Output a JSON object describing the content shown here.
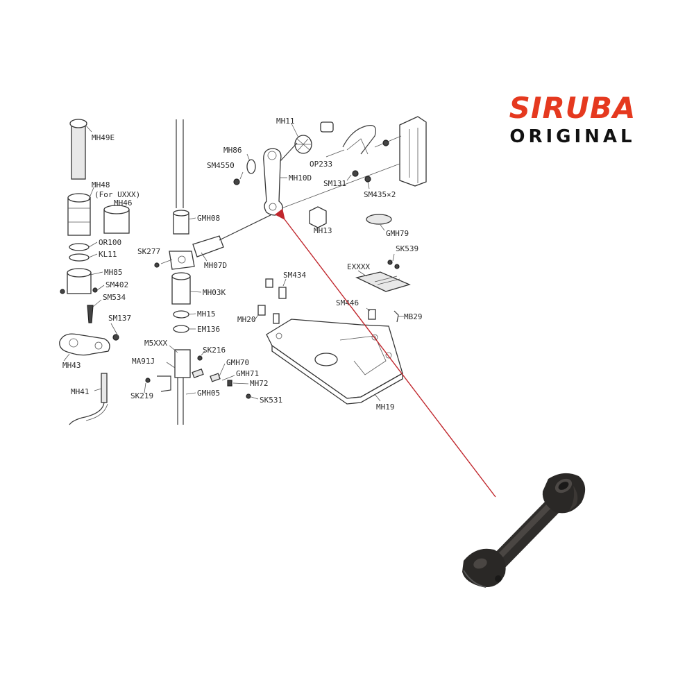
{
  "brand": {
    "name": "SIRUBA",
    "subtitle": "ORIGINAL",
    "color": "#e5391f"
  },
  "callout_color": "#c0262c",
  "labels": {
    "MH49E": "MH49E",
    "MH48": "MH48",
    "for_uxxx": "(For UXXX)",
    "MH46": "MH46",
    "OR100": "OR100",
    "KL11": "KL11",
    "MH85": "MH85",
    "SM402": "SM402",
    "SM534": "SM534",
    "SM137": "SM137",
    "MH43": "MH43",
    "MH41": "MH41",
    "GMH08": "GMH08",
    "SK277": "SK277",
    "MH07D": "MH07D",
    "MH03K": "MH03K",
    "MH15": "MH15",
    "EM136": "EM136",
    "M5XXX": "M5XXX",
    "SK216": "SK216",
    "MA91J": "MA91J",
    "GMH70": "GMH70",
    "GMH71": "GMH71",
    "MH72": "MH72",
    "SK219": "SK219",
    "GMH05": "GMH05",
    "SK531": "SK531",
    "MH11": "MH11",
    "MH86": "MH86",
    "SM4550": "SM4550",
    "MH10D": "MH10D",
    "OP233": "OP233",
    "SM131": "SM131",
    "SM435x2": "SM435×2",
    "MH13": "MH13",
    "GMH79": "GMH79",
    "SK539": "SK539",
    "EXXXX": "EXXXX",
    "SM434": "SM434",
    "SM446": "SM446",
    "MB29": "MB29",
    "MH20": "MH20",
    "MH19": "MH19"
  }
}
